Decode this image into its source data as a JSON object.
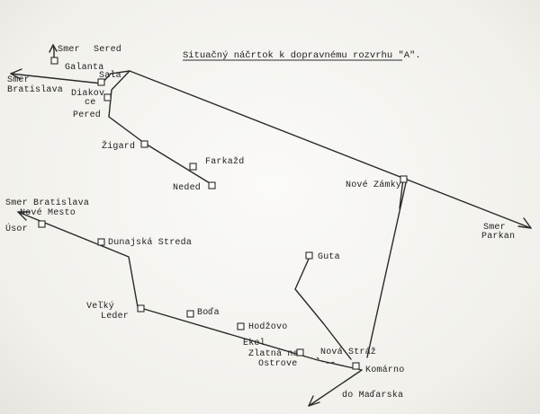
{
  "title": "Situačný náčrtok k dopravnému rozvrhu \"A\".",
  "labels": {
    "smer_sered_1": "Smer",
    "smer_sered_2": "Sered",
    "galanta": "Galanta",
    "sala": "Sala",
    "smer_bratislava_top_1": "Smer",
    "smer_bratislava_top_2": "Bratislava",
    "diakovce_1": "Diakov",
    "diakovce_2": "ce",
    "pered": "Pered",
    "zigard": "Žigard",
    "farkazd": "Farkažd",
    "neded": "Neded",
    "nove_zamky": "Nové Zámky",
    "smer_parkan_1": "Smer",
    "smer_parkan_2": "Parkan",
    "smer_bratislava_nm_1": "Smer Bratislava",
    "smer_bratislava_nm_2": "Nové Mesto",
    "ucor": "Úsor",
    "dunajska_streda": "Dunajská Streda",
    "guta": "Guta",
    "velky_leder_1": "Veľký",
    "velky_leder_2": "Leder",
    "boda": "Boďa",
    "hodzovo": "Hodžovo",
    "zlatna_1": "Ekel",
    "zlatna_2": "Zlatná na",
    "zlatna_3": "Ostrove",
    "nova_straz": "Nová Stráž",
    "komarno": "Komárno",
    "do_madarska": "do Maďarska"
  }
}
